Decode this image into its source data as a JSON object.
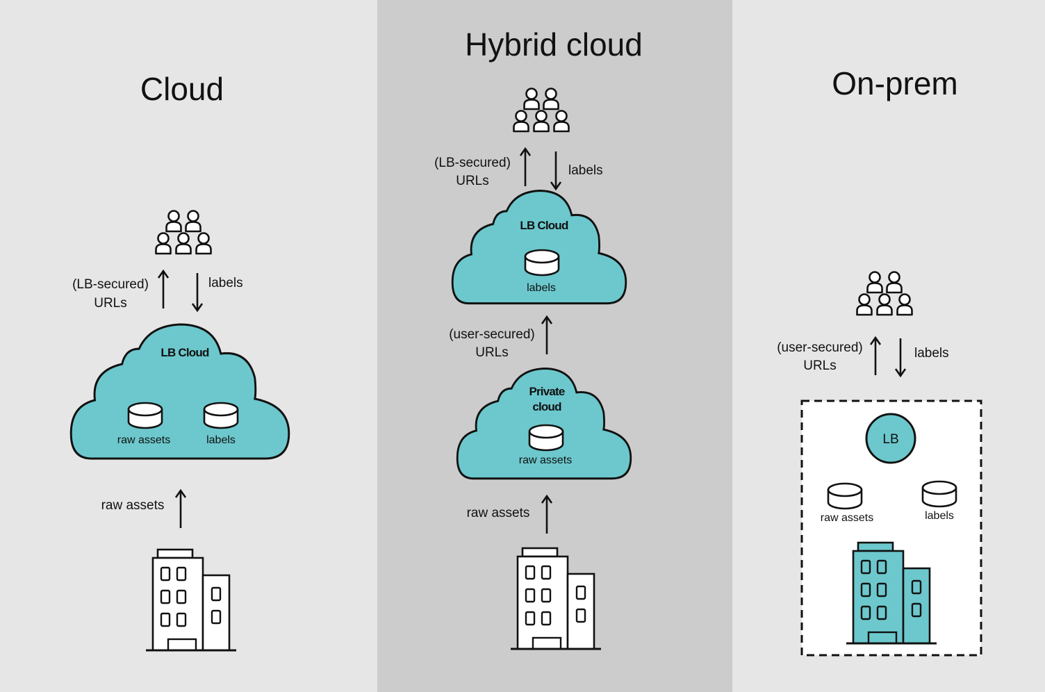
{
  "panels": {
    "cloud": {
      "title": "Cloud",
      "up_label_line1": "(LB-secured)",
      "up_label_line2": "URLs",
      "down_label": "labels",
      "cloud_name": "LB Cloud",
      "db1_label": "raw assets",
      "db2_label": "labels",
      "bottom_arrow_label": "raw assets"
    },
    "hybrid": {
      "title": "Hybrid cloud",
      "up_label_line1": "(LB-secured)",
      "up_label_line2": "URLs",
      "down_label": "labels",
      "lb_cloud_name": "LB Cloud",
      "lb_db_label": "labels",
      "middle_label_line1": "(user-secured)",
      "middle_label_line2": "URLs",
      "private_cloud_line1": "Private",
      "private_cloud_line2": "cloud",
      "private_db_label": "raw assets",
      "bottom_arrow_label": "raw assets"
    },
    "onprem": {
      "title": "On-prem",
      "up_label_line1": "(user-secured)",
      "up_label_line2": "URLs",
      "down_label": "labels",
      "lb_circle_label": "LB",
      "db1_label": "raw assets",
      "db2_label": "labels"
    }
  },
  "colors": {
    "teal": "#6cc8cd",
    "side_bg": "#e6e6e6",
    "middle_bg": "#cccccc",
    "stroke": "#111111"
  },
  "icons": [
    "users-group-icon",
    "arrow-up-icon",
    "arrow-down-icon",
    "cloud-icon",
    "database-icon",
    "building-icon"
  ]
}
